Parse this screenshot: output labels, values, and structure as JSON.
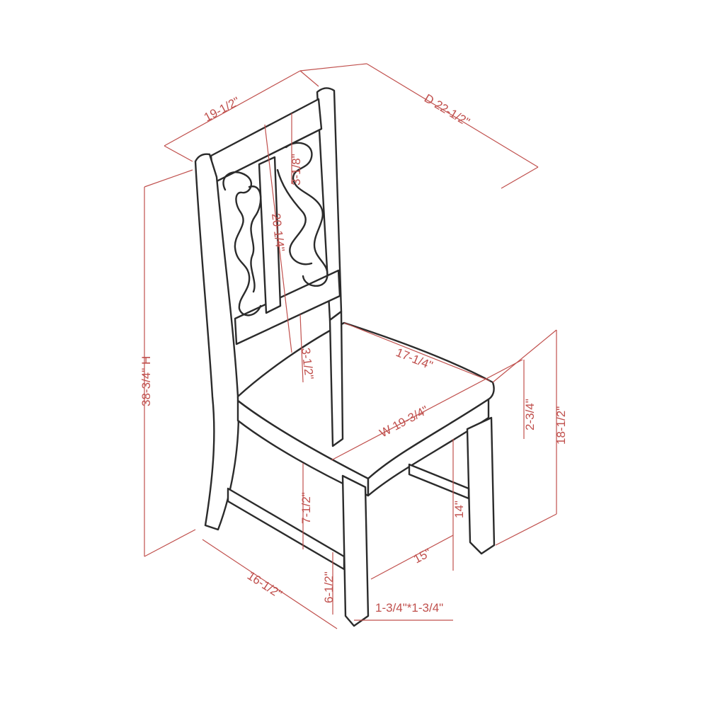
{
  "colors": {
    "dimension": "#c0504d",
    "outline": "#2b2b2b",
    "background": "#ffffff"
  },
  "labels": {
    "back_width": "19-1/2\"",
    "depth": "D 22-1/2\"",
    "back_top_rail": "3-1/8\"",
    "back_panel_height": "20-1/4\"",
    "back_gap": "3-1/2\"",
    "total_height": "38-3/4\" H",
    "seat_depth": "17-1/4\"",
    "seat_width": "W 19-3/4\"",
    "seat_thickness": "2-3/4\"",
    "seat_height": "18-1/2\"",
    "stretcher_height": "7-1/2\"",
    "side_leg_height": "14\"",
    "stretcher_width": "15\"",
    "base_depth": "16-1/2\"",
    "bottom_stretcher": "6-1/2\"",
    "leg_size": "1-3/4\"*1-3/4\""
  }
}
